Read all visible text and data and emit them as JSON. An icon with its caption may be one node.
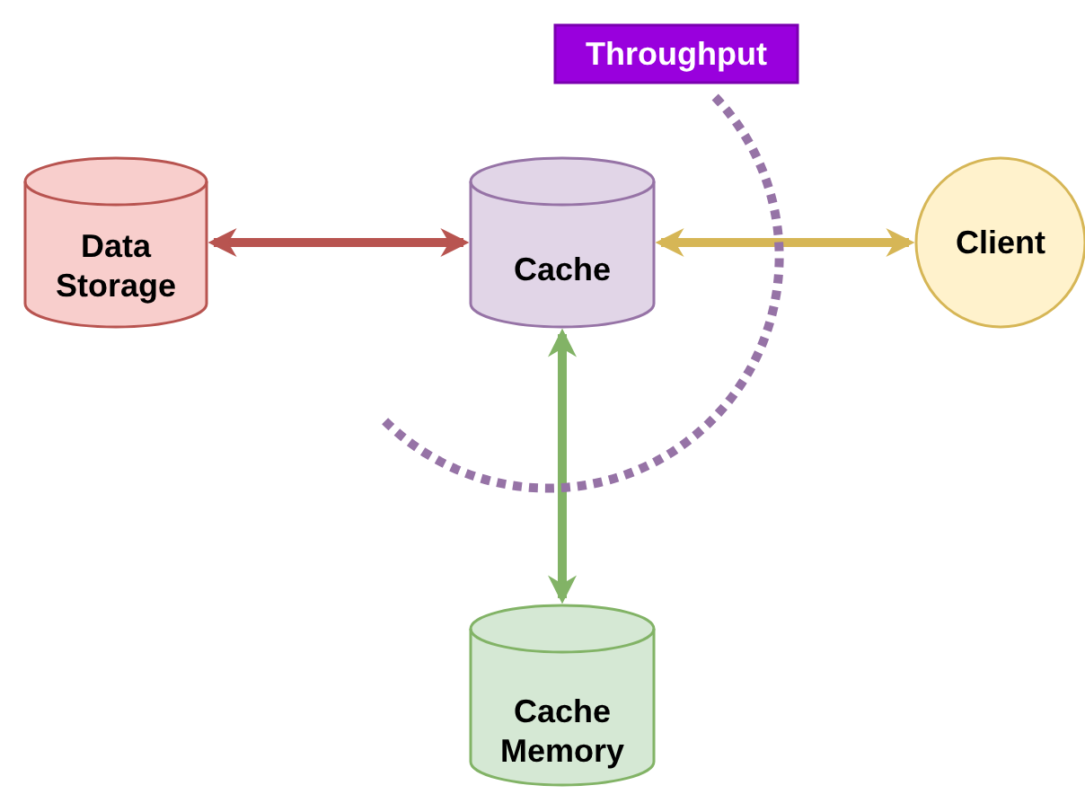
{
  "diagram": {
    "nodes": [
      {
        "text": [
          "Throughput"
        ]
      },
      {
        "text": [
          "Data Storage"
        ]
      },
      {
        "text": [
          "Cache"
        ]
      },
      {
        "text": [
          "Client"
        ]
      },
      {
        "text": [
          "Cache Memory"
        ]
      }
    ],
    "edges": [
      {
        "from": 1,
        "to": 2,
        "arrow": "both",
        "color": "#b85450"
      },
      {
        "from": 2,
        "to": 3,
        "arrow": "both",
        "color": "#d6b656"
      },
      {
        "from": 2,
        "to": 4,
        "arrow": "both",
        "color": "#82b366"
      },
      {
        "from": 0,
        "to": null,
        "arrow": "none",
        "style": "dashed",
        "color": "#9673a6"
      }
    ]
  }
}
